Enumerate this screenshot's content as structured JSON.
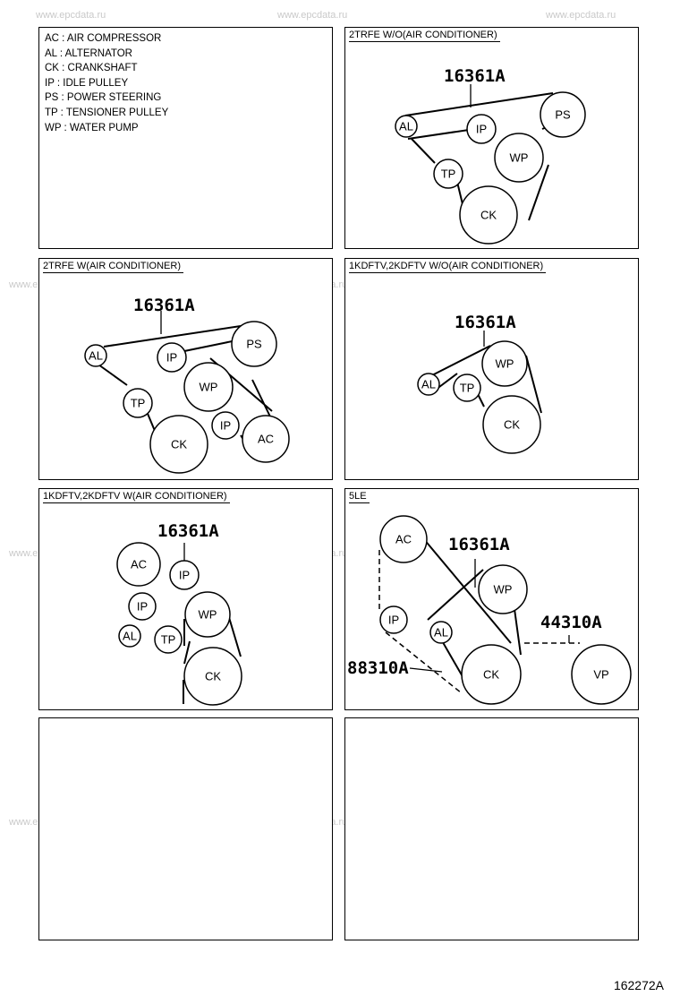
{
  "legend": [
    "AC : AIR COMPRESSOR",
    "AL : ALTERNATOR",
    "CK : CRANKSHAFT",
    "IP : IDLE PULLEY",
    "PS : POWER STEERING",
    "TP : TENSIONER PULLEY",
    "WP : WATER PUMP"
  ],
  "panels": {
    "p2": {
      "title": "2TRFE  W/O(AIR CONDITIONER)",
      "part": "16361A",
      "pulleys": {
        "al": "AL",
        "ip": "IP",
        "ps": "PS",
        "tp": "TP",
        "wp": "WP",
        "ck": "CK"
      }
    },
    "p3": {
      "title": "2TRFE  W(AIR CONDITIONER)",
      "part": "16361A",
      "pulleys": {
        "al": "AL",
        "ip": "IP",
        "ps": "PS",
        "tp": "TP",
        "wp": "WP",
        "ck": "CK",
        "ip2": "IP",
        "ac": "AC"
      }
    },
    "p4": {
      "title": "1KDFTV,2KDFTV  W/O(AIR CONDITIONER)",
      "part": "16361A",
      "pulleys": {
        "al": "AL",
        "tp": "TP",
        "wp": "WP",
        "ck": "CK"
      }
    },
    "p5": {
      "title": "1KDFTV,2KDFTV  W(AIR CONDITIONER)",
      "part": "16361A",
      "pulleys": {
        "ac": "AC",
        "ip": "IP",
        "ip2": "IP",
        "wp": "WP",
        "al": "AL",
        "tp": "TP",
        "ck": "CK"
      }
    },
    "p6": {
      "title": "5LE",
      "part1": "16361A",
      "part2": "44310A",
      "part3": "88310A",
      "pulleys": {
        "ac": "AC",
        "wp": "WP",
        "ip": "IP",
        "al": "AL",
        "ck": "CK",
        "vp": "VP"
      }
    }
  },
  "watermark": "www.epcdata.ru",
  "figure_number": "162272A"
}
